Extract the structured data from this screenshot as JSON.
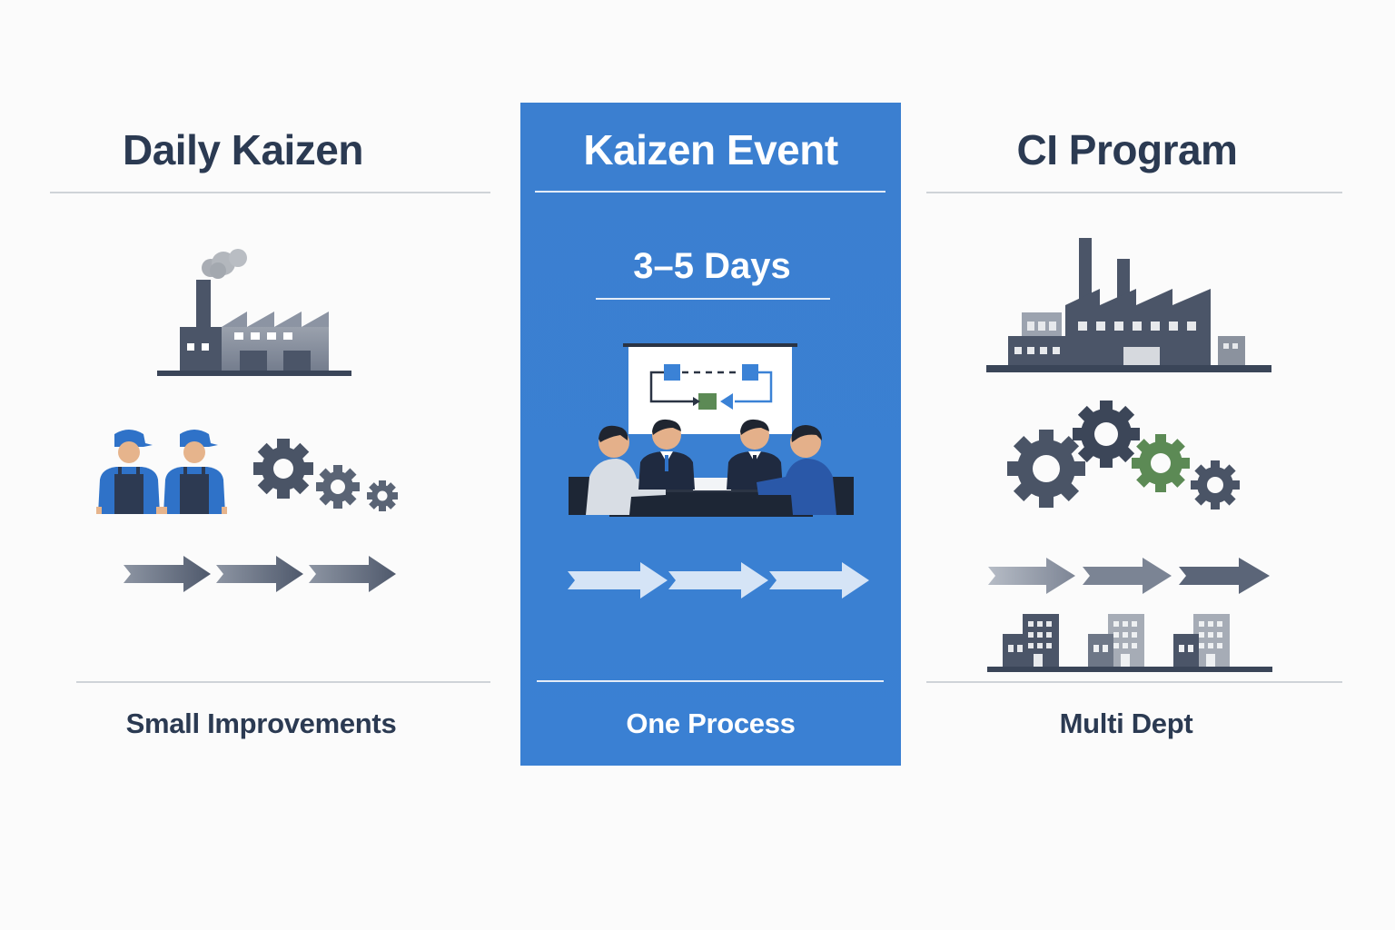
{
  "columns": [
    {
      "id": "daily-kaizen",
      "title": "Daily Kaizen",
      "footer": "Small Improvements",
      "icons": [
        "factory-icon",
        "workers-icon",
        "gears-icon",
        "arrows-icon"
      ]
    },
    {
      "id": "kaizen-event",
      "title": "Kaizen Event",
      "duration": "3–5 Days",
      "footer": "One Process",
      "icons": [
        "team-meeting-icon",
        "process-flow-board-icon",
        "arrows-icon"
      ]
    },
    {
      "id": "ci-program",
      "title": "CI Program",
      "footer": "Multi Dept",
      "icons": [
        "large-factory-icon",
        "gears-icon",
        "arrows-icon",
        "buildings-icon"
      ]
    }
  ],
  "colors": {
    "background": "#fbfbfb",
    "highlight_panel": "#3b80d2",
    "dark_text": "#2b3a52",
    "slate": "#4a5670",
    "gear_green": "#5c8a55",
    "worker_blue": "#2f72c8"
  }
}
